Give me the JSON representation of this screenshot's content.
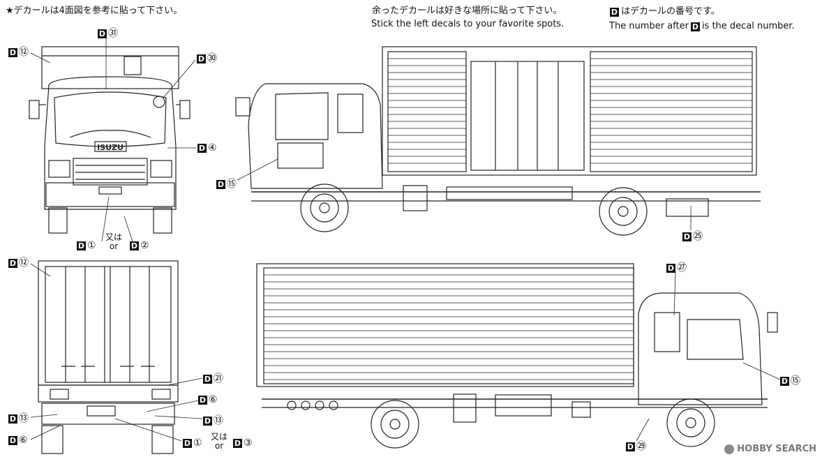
{
  "notes": {
    "top_left": "★デカールは4面図を参考に貼って下さい。",
    "left_over_jp": "余ったデカールは好きな場所に貼って下さい。",
    "left_over_en": "Stick the left decals to your favorite spots.",
    "number_jp": "はデカールの番号です。",
    "number_en_a": "The number after",
    "number_en_b": "is the decal number."
  },
  "decal_letter": "D",
  "or_text": {
    "jp": "又は",
    "en": "or"
  },
  "labels": {
    "front_31": "㉛",
    "front_12": "⑫",
    "front_30": "㉚",
    "front_4": "④",
    "front_1": "①",
    "front_2": "②",
    "side_15": "⑮",
    "side_25": "㉕",
    "rear_12": "⑫",
    "rear_21": "㉑",
    "rear_6a": "⑥",
    "rear_13a": "⑬",
    "rear_13b": "⑬",
    "rear_6b": "⑥",
    "rear_1": "①",
    "rear_3": "③",
    "side2_27": "㉗",
    "side2_15": "⑮",
    "side2_29": "㉙"
  },
  "front_grille_text": "ISUZU",
  "watermark": "HOBBY SEARCH"
}
